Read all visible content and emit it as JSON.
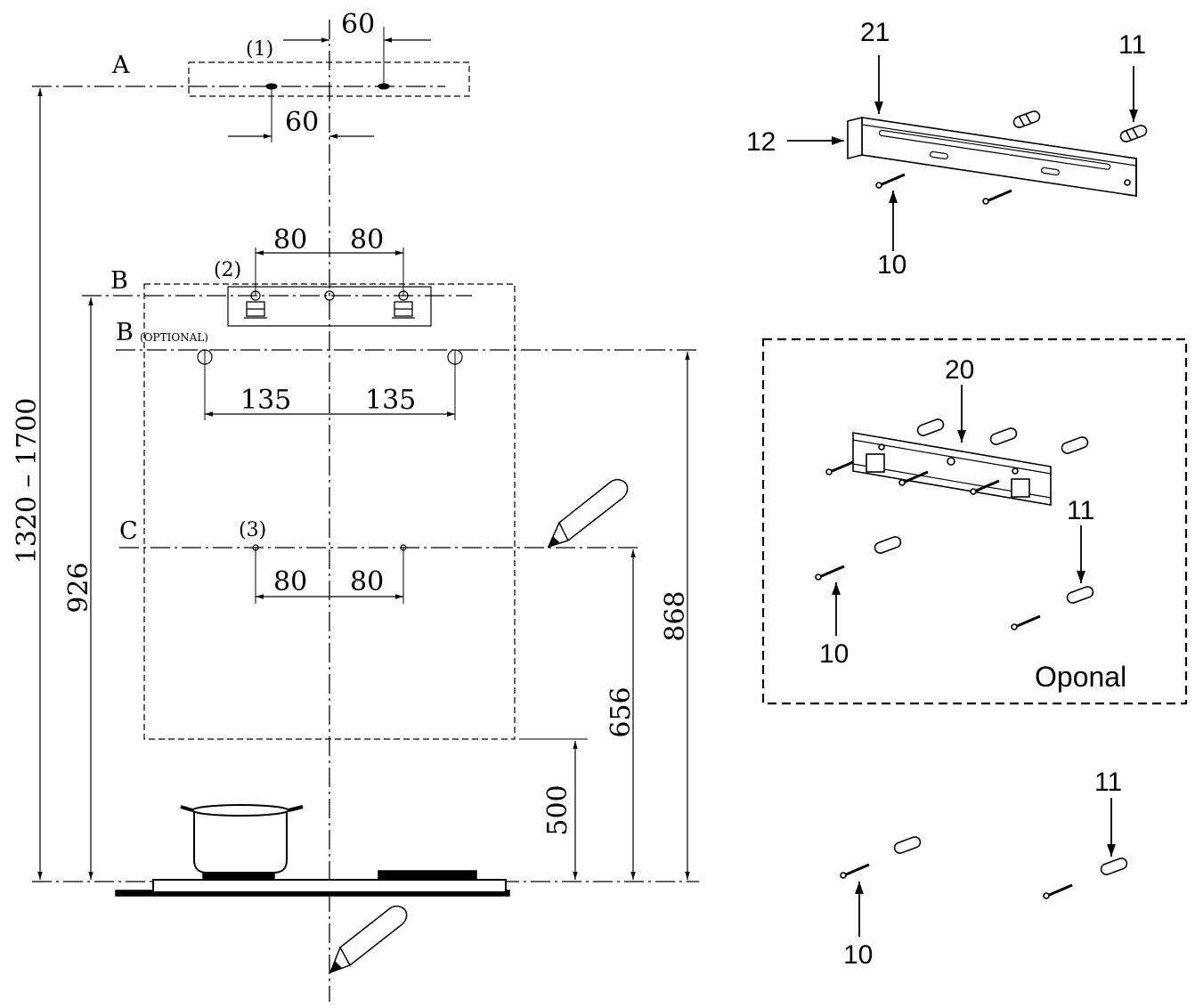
{
  "left_diagram": {
    "lines": {
      "a": "A",
      "b": "B",
      "b_opt": "B",
      "b_opt_note": "(OPTIONAL)",
      "c": "C"
    },
    "markers": {
      "m1": "(1)",
      "m2": "(2)",
      "m3": "(3)"
    },
    "dims": {
      "a_top": "60",
      "a_bottom": "60",
      "b_left": "80",
      "b_right": "80",
      "bopt_left": "135",
      "bopt_right": "135",
      "c_left": "80",
      "c_right": "80",
      "total": "1320 – 1700",
      "h926": "926",
      "h868": "868",
      "h656": "656",
      "h500": "500"
    }
  },
  "right_parts": {
    "top": {
      "p21": "21",
      "p11": "11",
      "p12": "12",
      "p10": "10"
    },
    "optional": {
      "p20": "20",
      "p11": "11",
      "p10": "10",
      "label": "Oponal"
    },
    "bottom": {
      "p11": "11",
      "p10": "10"
    }
  }
}
